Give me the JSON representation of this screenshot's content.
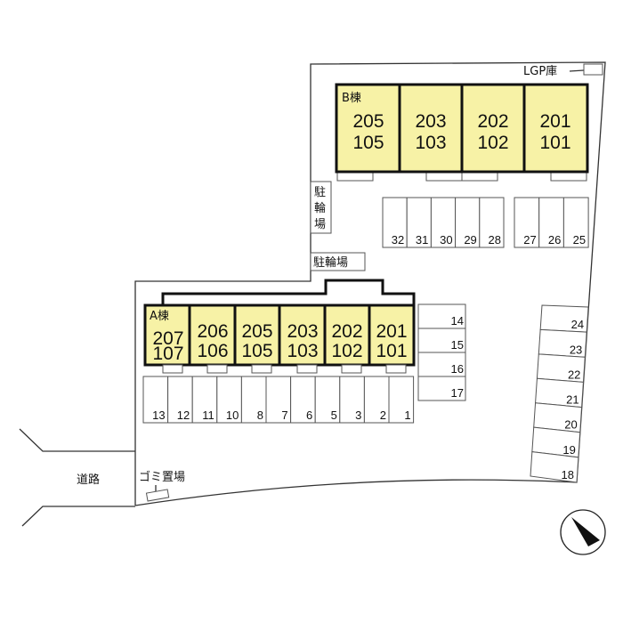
{
  "labels": {
    "road": "道路",
    "garbage": "ゴミ置場",
    "bicycle_vertical": [
      "駐",
      "輪",
      "場"
    ],
    "bicycle_horizontal": "駐輪場",
    "lpg": "LGP庫"
  },
  "building_b": {
    "name": "B棟",
    "units": [
      {
        "upper": "205",
        "lower": "105"
      },
      {
        "upper": "203",
        "lower": "103"
      },
      {
        "upper": "202",
        "lower": "102"
      },
      {
        "upper": "201",
        "lower": "101"
      }
    ]
  },
  "building_a": {
    "name": "A棟",
    "units": [
      {
        "upper": "207",
        "lower": "107"
      },
      {
        "upper": "206",
        "lower": "106"
      },
      {
        "upper": "205",
        "lower": "105"
      },
      {
        "upper": "203",
        "lower": "103"
      },
      {
        "upper": "202",
        "lower": "102"
      },
      {
        "upper": "201",
        "lower": "101"
      }
    ]
  },
  "parking": {
    "b_row_left": [
      "32",
      "31",
      "30",
      "29",
      "28"
    ],
    "b_row_right": [
      "27",
      "26",
      "25"
    ],
    "a_row": [
      "13",
      "12",
      "11",
      "10",
      "8",
      "7",
      "6",
      "5",
      "3",
      "2",
      "1"
    ],
    "side_column": [
      "14",
      "15",
      "16",
      "17"
    ],
    "east_column": [
      "24",
      "23",
      "22",
      "21",
      "20",
      "19",
      "18"
    ]
  },
  "colors": {
    "building_fill": "#f7f2a6"
  }
}
